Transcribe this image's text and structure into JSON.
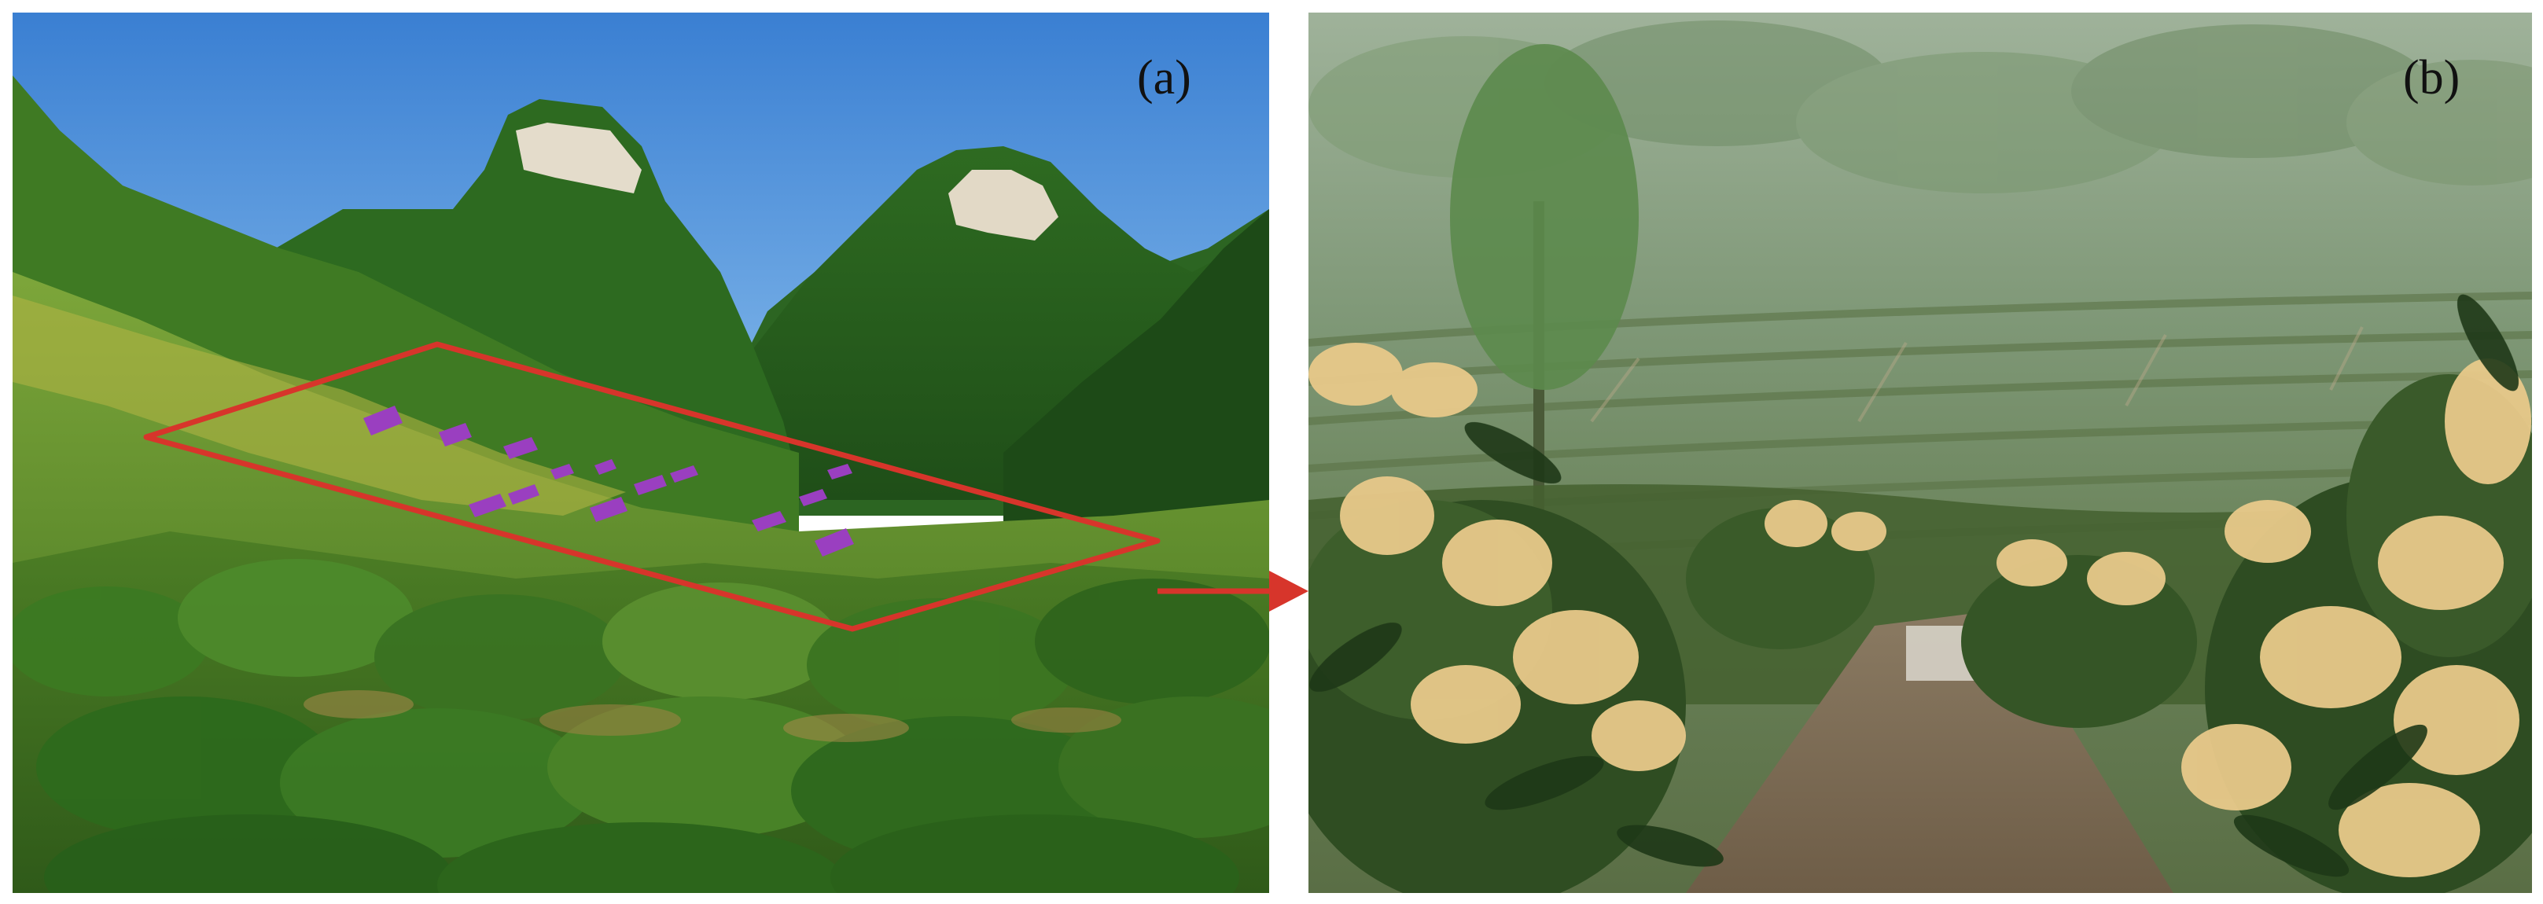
{
  "figure": {
    "panel_a": {
      "label": "(a)"
    },
    "panel_b": {
      "label": "(b)"
    }
  },
  "colors": {
    "sky": "#3f86d6",
    "forest": "#2f6a22",
    "orchard": "#7aa83a",
    "blossom": "#e8c98a",
    "highlight_outline": "#d7352b",
    "sample_plots": "#9a3fc0",
    "haze_forest": "#8ea889"
  },
  "icons": {
    "sample_plot_marker": "purple-square-marker",
    "connector": "red-arrow"
  }
}
